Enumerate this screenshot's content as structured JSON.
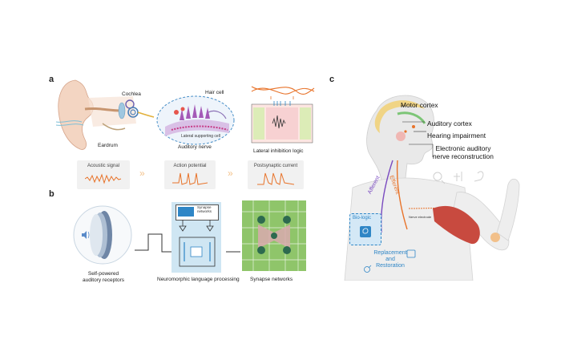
{
  "panels": {
    "a": "a",
    "b": "b",
    "c": "c"
  },
  "panel_a": {
    "cochlea": "Cochlea",
    "eardrum": "Eardrum",
    "hair_cell": "Hair cell",
    "lateral_supporting_cell": "Lateral supporting cell",
    "auditory_nerve": "Auditory nerve",
    "lateral_inhibition_logic": "Lateral inhibition  logic",
    "signals": [
      "Acoustic signal",
      "Action potential",
      "Postsynaptic current"
    ]
  },
  "panel_b": {
    "self_powered": "Self-powered\nauditory receptors",
    "neuromorphic": "Neuromorphic language processing",
    "synapse_networks": "Synapse networks",
    "chip_label": "Synapse\nnetworks"
  },
  "panel_c": {
    "motor_cortex": "Motor cortex",
    "auditory_cortex": "Auditory cortex",
    "hearing_impairment": "Hearing impairment",
    "electronic": "Electronic auditory\nnerve reconstruction",
    "afferent": "Afferent",
    "efferent": "Efferent",
    "bio_logic": "Bio-logic",
    "nerve_electrode": "Nerve electrode",
    "replacement": "Replacement\nand\nRestoration"
  },
  "colors": {
    "accent_blue": "#2f86c6",
    "orange": "#e8732a",
    "green_board": "#8fc56a",
    "light_blue_bg": "#cfe6f3"
  }
}
